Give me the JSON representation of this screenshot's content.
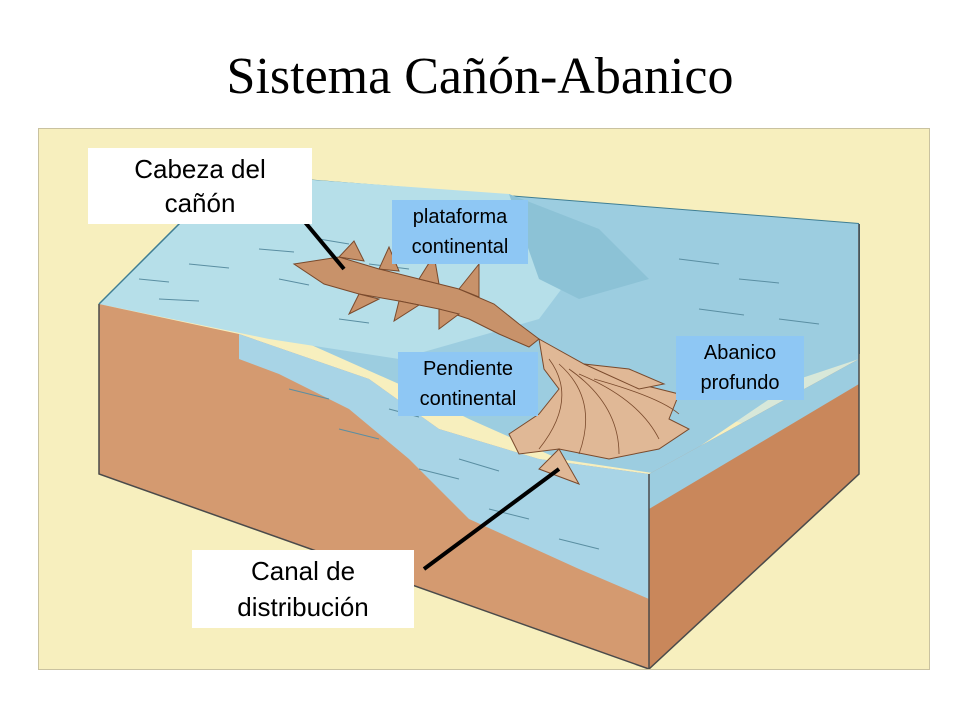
{
  "title": "Sistema Cañón-Abanico",
  "labels": {
    "canyon_head": "Cabeza del\ncañón",
    "shelf": "plataforma\ncontinental",
    "slope": "Pendiente\ncontinental",
    "deep_fan": "Abanico\nprofundo",
    "channel": "Canal de\ndistribución"
  },
  "colors": {
    "background": "#f7efbe",
    "water": "#a8d4e6",
    "sediment": "#d49a70",
    "label_blue": "#8ec7f4",
    "label_white": "#ffffff"
  }
}
